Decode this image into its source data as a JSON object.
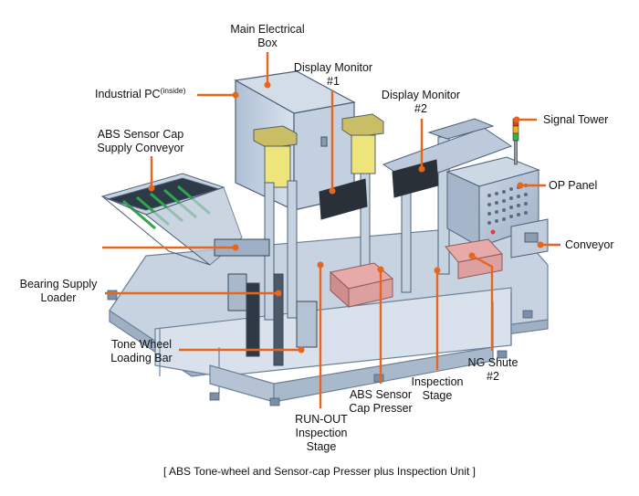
{
  "labels": {
    "main_box": [
      "Main Electrical",
      "Box"
    ],
    "industrial_pc": "Industrial PC",
    "industrial_pc_sup": "(inside)",
    "display1": [
      "Display Monitor",
      "#1"
    ],
    "display2": [
      "Display Monitor",
      "#2"
    ],
    "signal_tower": "Signal Tower",
    "abs_conveyor": [
      "ABS Sensor Cap",
      "Supply Conveyor"
    ],
    "op_panel": "OP Panel",
    "conveyor": "Conveyor",
    "bearing": [
      "Bearing Supply",
      "Loader"
    ],
    "tone_wheel": [
      "Tone Wheel",
      "Loading Bar"
    ],
    "ng_shute": [
      "NG Shute",
      "#2"
    ],
    "inspection": [
      "Inspection",
      "Stage"
    ],
    "presser": [
      "ABS Sensor",
      "Cap Presser"
    ],
    "runout": [
      "RUN-OUT",
      "Inspection",
      "Stage"
    ]
  },
  "caption": "[ ABS Tone-wheel and Sensor-cap Presser plus Inspection Unit ]",
  "colors": {
    "leader": "#E8661C",
    "frame": "#8FA3BC",
    "frame_dark": "#4E6077",
    "panel": "#B7C6D8",
    "green": "#2FA64A",
    "pink": "#E8A9A9",
    "yellow": "#E9E27A"
  }
}
